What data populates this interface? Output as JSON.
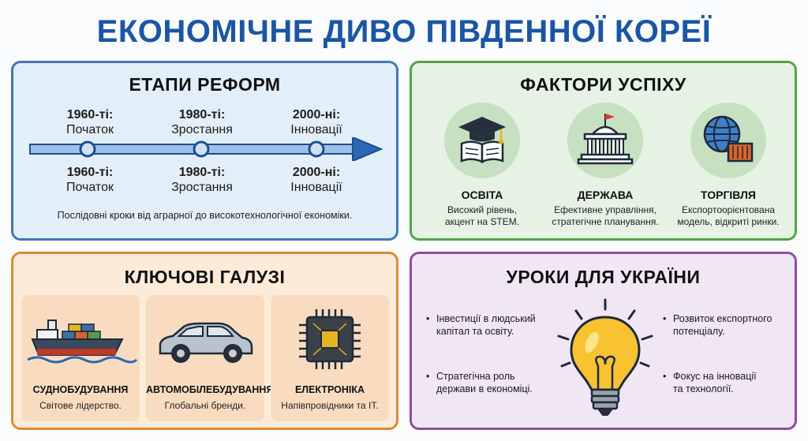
{
  "title": "ЕКОНОМІЧНЕ ДИВО ПІВДЕННОЇ КОРЕЇ",
  "reforms": {
    "title": "ЕТАПИ РЕФОРМ",
    "top": [
      {
        "year": "1960-ті:",
        "label": "Початок"
      },
      {
        "year": "1980-ті:",
        "label": "Зростання"
      },
      {
        "year": "2000-ні:",
        "label": "Інновації"
      }
    ],
    "bottom": [
      {
        "year": "1960-ті:",
        "label": "Початок"
      },
      {
        "year": "1980-ті:",
        "label": "Зростання"
      },
      {
        "year": "2000-ні:",
        "label": "Інновації"
      }
    ],
    "caption": "Послідовні кроки від аграрної до високотехнологічної економіки."
  },
  "factors": {
    "title": "ФАКТОРИ УСПІХУ",
    "items": [
      {
        "name": "ОСВІТА",
        "desc1": "Високий рівень,",
        "desc2": "акцент на STEM.",
        "icon": "graduation-icon"
      },
      {
        "name": "ДЕРЖАВА",
        "desc1": "Ефективне управління,",
        "desc2": "стратегічне планування.",
        "icon": "government-building-icon"
      },
      {
        "name": "ТОРГІВЛЯ",
        "desc1": "Експортоорієнтована",
        "desc2": "модель, відкриті ринки.",
        "icon": "globe-container-icon"
      }
    ]
  },
  "industries": {
    "title": "КЛЮЧОВІ ГАЛУЗІ",
    "items": [
      {
        "name": "СУДНОБУДУВАННЯ",
        "desc": "Світове лідерство.",
        "icon": "cargo-ship-icon"
      },
      {
        "name": "АВТОМОБІЛЕБУДУВАННЯ",
        "desc": "Глобальні бренди.",
        "icon": "car-icon"
      },
      {
        "name": "ЕЛЕКТРОНІКА",
        "desc": "Напівпровідники та IT.",
        "icon": "microchip-icon"
      }
    ]
  },
  "lessons": {
    "title": "УРОКИ ДЛЯ УКРАЇНИ",
    "left": [
      {
        "line1": "Інвестиції в людський",
        "line2": "капітал та освіту."
      },
      {
        "line1": "Стратегічна роль",
        "line2": "держави в економіці."
      }
    ],
    "right": [
      {
        "line1": "Розвиток експортного",
        "line2": "потенціалу."
      },
      {
        "line1": "Фокус на інновації",
        "line2": "та технології."
      }
    ],
    "bullet": "•",
    "icon": "lightbulb-icon"
  },
  "colors": {
    "title": "#1b56a4",
    "reforms_border": "#4177b8",
    "factors_border": "#54a24a",
    "industries_border": "#dc8a33",
    "lessons_border": "#8c4fa0"
  }
}
